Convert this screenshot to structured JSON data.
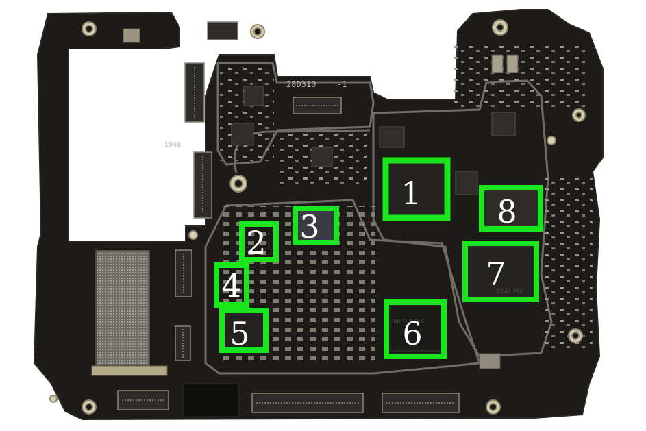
{
  "board": {
    "silkscreen": [
      "28D310",
      "-1",
      "1948"
    ],
    "chip_marks": [
      "MEDIATEK",
      "1941 MX"
    ]
  },
  "callouts": [
    {
      "label": "1"
    },
    {
      "label": "2"
    },
    {
      "label": "3"
    },
    {
      "label": "4"
    },
    {
      "label": "5"
    },
    {
      "label": "6"
    },
    {
      "label": "7"
    },
    {
      "label": "8"
    }
  ],
  "colors": {
    "board": "#1c1b17",
    "highlight": "#19e61c",
    "shield": "#4a4942",
    "copper": "#8f8576"
  }
}
